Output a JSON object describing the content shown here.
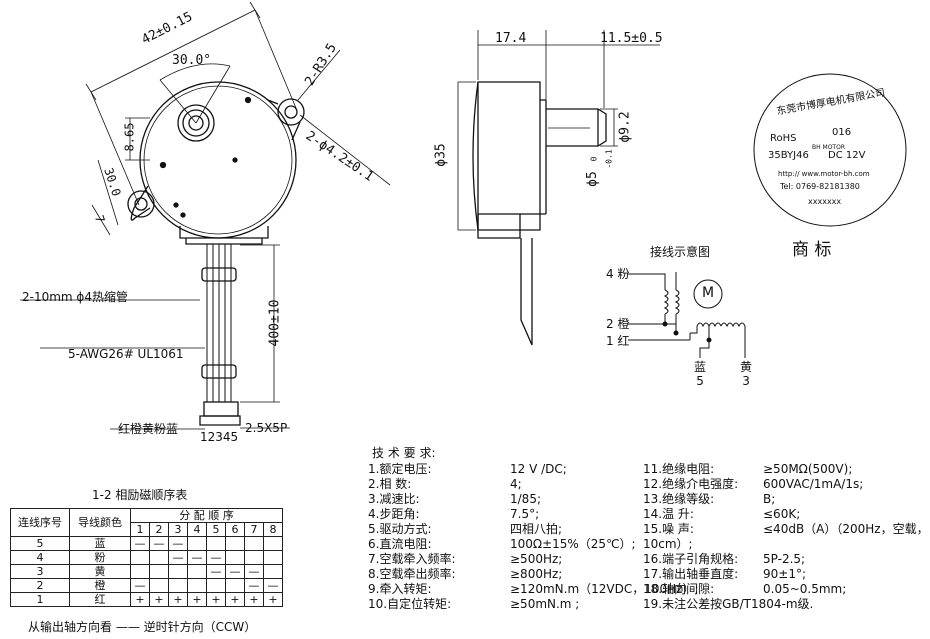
{
  "front_view": {
    "dims": {
      "width_dim": "42±0.15",
      "angle_dim": "30.0°",
      "radius_dim": "2-R3.5",
      "hole_dim": "2-ϕ4.2±0.1",
      "offset_dim": "8.65",
      "bottom_dim_a": "30.0",
      "bottom_dim_b": "7"
    },
    "heat_shrink": "2-10mm  ϕ4热缩管",
    "wire_spec": "5-AWG26# UL1061",
    "lead_length": "400±10",
    "color_order": "红橙黄粉蓝",
    "pin_numbers": "12345",
    "connector": "2.5X5P"
  },
  "side_view": {
    "body_length": "17.4",
    "shaft_length": "11.5±0.5",
    "body_diameter": "ϕ35",
    "flat_dim": "ϕ9.2",
    "shaft_diameter": "ϕ5",
    "shaft_tol_upper": "0",
    "shaft_tol_lower": "-0.1"
  },
  "trademark": {
    "company": "东莞市博厚电机有限公司",
    "brand": "BH MOTOR",
    "rohs": "RoHS",
    "code": "016",
    "model": "35BYJ46",
    "voltage": "DC 12V",
    "url": "http:// www.motor-bh.com",
    "tel": "Tel: 0769-82181380",
    "serial": "xxxxxxx",
    "title": "商    标"
  },
  "wiring": {
    "title": "接线示意图",
    "motor_symbol": "M",
    "pins": [
      {
        "num": "4",
        "color": "粉"
      },
      {
        "num": "2",
        "color": "橙"
      },
      {
        "num": "1",
        "color": "红"
      }
    ],
    "bottom_pins": [
      {
        "color": "蓝",
        "num": "5"
      },
      {
        "color": "黄",
        "num": "3"
      }
    ]
  },
  "sequence_table": {
    "title": "1-2 相励磁顺序表",
    "col_header_1": "连线序号",
    "col_header_2": "导线颜色",
    "group_header": "分  配  顺  序",
    "steps": [
      "1",
      "2",
      "3",
      "4",
      "5",
      "6",
      "7",
      "8"
    ],
    "rows": [
      {
        "num": "5",
        "color": "蓝",
        "cells": [
          "—",
          "—",
          "—",
          "",
          "",
          "",
          "",
          ""
        ]
      },
      {
        "num": "4",
        "color": "粉",
        "cells": [
          "",
          "",
          "—",
          "—",
          "—",
          "",
          "",
          ""
        ]
      },
      {
        "num": "3",
        "color": "黄",
        "cells": [
          "",
          "",
          "",
          "",
          "—",
          "—",
          "—",
          ""
        ]
      },
      {
        "num": "2",
        "color": "橙",
        "cells": [
          "—",
          "",
          "",
          "",
          "",
          "",
          "—",
          "—"
        ]
      },
      {
        "num": "1",
        "color": "红",
        "cells": [
          "+",
          "+",
          "+",
          "+",
          "+",
          "+",
          "+",
          "+"
        ]
      }
    ],
    "footnote": "从输出轴方向看 ——  逆时针方向（CCW）"
  },
  "tech_specs": {
    "title": "技  术  要  求:",
    "left": [
      {
        "label": "1.额定电压:",
        "value": "12 V /DC;"
      },
      {
        "label": "2.相      数:",
        "value": "4;"
      },
      {
        "label": "3.减速比:",
        "value": "1/85;"
      },
      {
        "label": "4.步距角:",
        "value": "7.5°;"
      },
      {
        "label": "5.驱动方式:",
        "value": "四相八拍;"
      },
      {
        "label": "6.直流电阻:",
        "value": "100Ω±15%（25℃）;"
      },
      {
        "label": "7.空载牵入频率:",
        "value": "≥500Hz;"
      },
      {
        "label": "8.空载牵出频率:",
        "value": "≥800Hz;"
      },
      {
        "label": "9.牵入转矩:",
        "value": "≥120mN.m（12VDC，100Hz）;"
      },
      {
        "label": "10.自定位转矩:",
        "value": "≥50mN.m    ;"
      }
    ],
    "right": [
      {
        "label": "11.绝缘电阻:",
        "value": "≥50MΩ(500V);"
      },
      {
        "label": "12.绝缘介电强度:",
        "value": "600VAC/1mA/1s;"
      },
      {
        "label": "13.绝缘等级:",
        "value": "B;"
      },
      {
        "label": "14.温         升:",
        "value": "≤60K;"
      },
      {
        "label": "15.噪         声:",
        "value": "≤40dB（A）（200Hz，空载，"
      },
      {
        "label": "10cm）;",
        "value": ""
      },
      {
        "label": "16.端子引角规格:",
        "value": "5P-2.5;"
      },
      {
        "label": "17.输出轴垂直度:",
        "value": "90±1°;"
      },
      {
        "label": "18.轴向间隙:",
        "value": "0.05~0.5mm;"
      },
      {
        "label": "19.未注公差按GB/T1804-m级.",
        "value": ""
      }
    ]
  }
}
